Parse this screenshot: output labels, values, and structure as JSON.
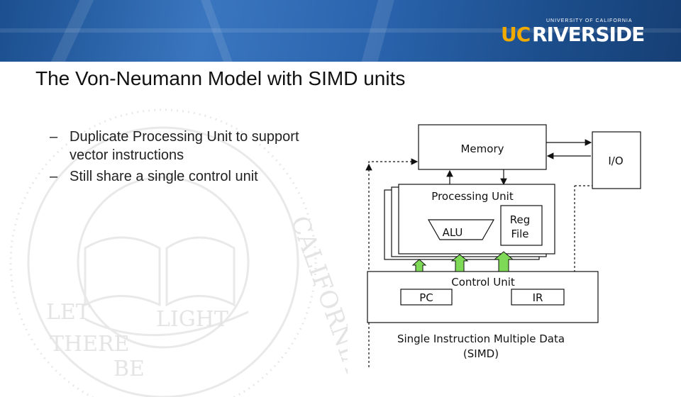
{
  "header": {
    "logo_uc": "UC",
    "logo_riverside": "RIVERSIDE",
    "logo_university": "UNIVERSITY OF CALIFORNIA"
  },
  "slide": {
    "title": "The Von-Neumann Model with SIMD units",
    "bullets": [
      "Duplicate Processing Unit to support vector instructions",
      "Still share a single control unit"
    ],
    "bullet_marker": "–"
  },
  "seal_text": {
    "let": "LET",
    "there": "THERE",
    "be": "BE",
    "light": "LIGHT",
    "california": "CALIFORNIA"
  },
  "diagram": {
    "memory": "Memory",
    "io": "I/O",
    "processing_unit": "Processing Unit",
    "alu": "ALU",
    "reg_file_line1": "Reg",
    "reg_file_line2": "File",
    "control_unit": "Control Unit",
    "pc": "PC",
    "ir": "IR",
    "caption_line1": "Single Instruction Multiple Data",
    "caption_line2": "(SIMD)",
    "colors": {
      "up_arrow_fill": "#7ed957",
      "line": "#111111"
    }
  }
}
